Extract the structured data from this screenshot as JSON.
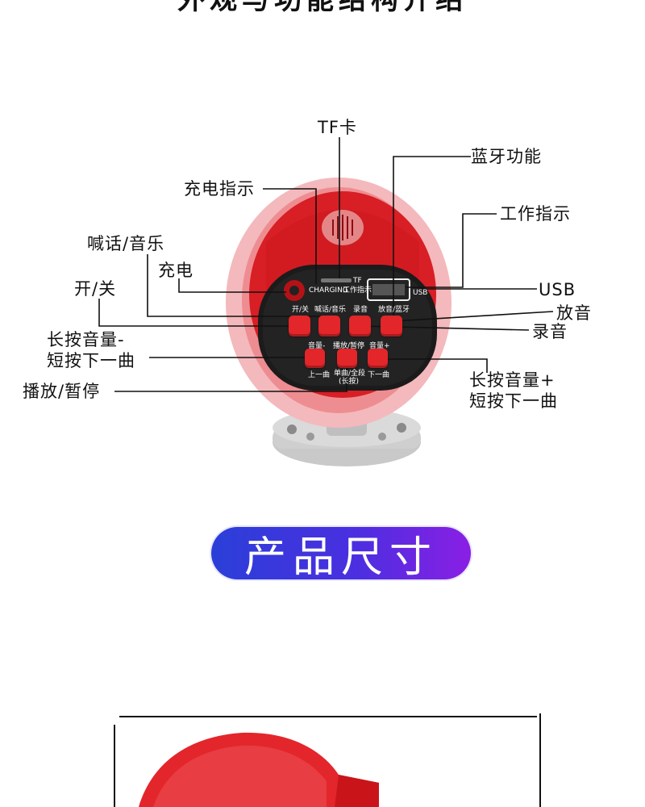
{
  "header": {
    "title": "外观与功能结构介绍"
  },
  "callouts": {
    "tf_card": "TF卡",
    "bluetooth": "蓝牙功能",
    "charge_indicator": "充电指示",
    "work_indicator": "工作指示",
    "shout_music": "喊话/音乐",
    "charge": "充电",
    "power": "开/关",
    "usb": "USB",
    "play": "放音",
    "record": "录音",
    "vol_down_line1": "长按音量-",
    "vol_down_line2": "短按下一曲",
    "vol_up_line1": "长按音量+",
    "vol_up_line2": "短按下一曲",
    "play_pause": "播放/暂停"
  },
  "panel": {
    "charging": "CHARGING",
    "work_label": "工作指示",
    "tf": "TF",
    "usb": "USB",
    "btn_power": "开/关",
    "btn_shout_music": "喊话/音乐",
    "btn_record": "录音",
    "btn_play_bt": "放音/蓝牙",
    "btn_vol_down": "音量-",
    "btn_play_pause": "播放/暂停",
    "btn_vol_up": "音量+",
    "btn_prev": "上一曲",
    "btn_single_all": "单曲/全段",
    "btn_long": "(长按)",
    "btn_next": "下一曲"
  },
  "section": {
    "title": "产品尺寸"
  },
  "colors": {
    "product_red": "#e2262a",
    "pill_start": "#2b3fd8",
    "pill_end": "#8a1fe4"
  }
}
